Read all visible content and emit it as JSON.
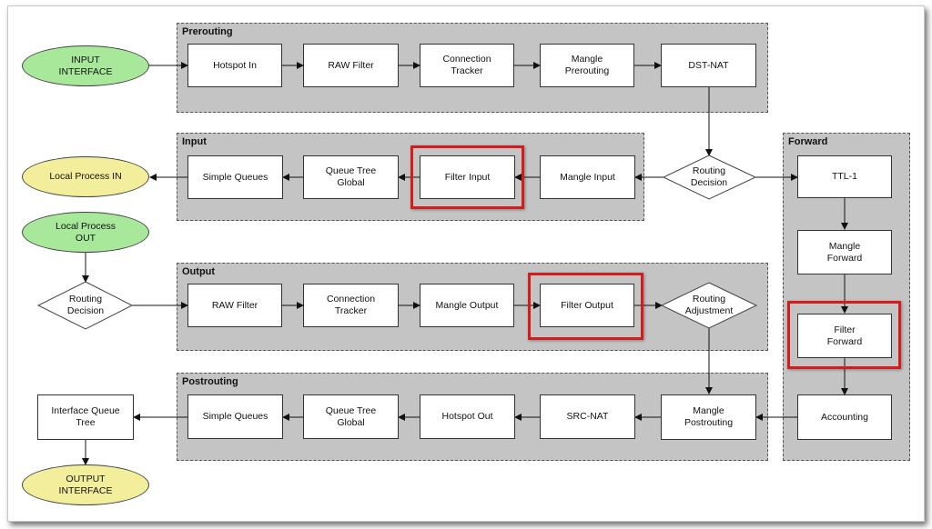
{
  "groups": {
    "prerouting": "Prerouting",
    "input": "Input",
    "forward": "Forward",
    "output": "Output",
    "postrouting": "Postrouting"
  },
  "nodes": {
    "input_interface": "INPUT\nINTERFACE",
    "hotspot_in": "Hotspot In",
    "raw_filter_pre": "RAW Filter",
    "conn_tracker_pre": "Connection\nTracker",
    "mangle_prerouting": "Mangle\nPrerouting",
    "dst_nat": "DST-NAT",
    "local_process_in": "Local Process IN",
    "simple_queues_in": "Simple Queues",
    "queue_tree_global_in": "Queue Tree\nGlobal",
    "filter_input": "Filter Input",
    "mangle_input": "Mangle Input",
    "routing_decision_main": "Routing\nDecision",
    "ttl_1": "TTL-1",
    "mangle_forward": "Mangle\nForward",
    "filter_forward": "Filter\nForward",
    "accounting": "Accounting",
    "local_process_out": "Local Process\nOUT",
    "routing_decision_out": "Routing\nDecision",
    "raw_filter_out": "RAW Filter",
    "conn_tracker_out": "Connection\nTracker",
    "mangle_output": "Mangle Output",
    "filter_output": "Filter Output",
    "routing_adjustment": "Routing\nAdjustment",
    "interface_queue_tree": "Interface Queue\nTree",
    "simple_queues_post": "Simple Queues",
    "queue_tree_global_post": "Queue Tree\nGlobal",
    "hotspot_out": "Hotspot Out",
    "src_nat": "SRC-NAT",
    "mangle_postrouting": "Mangle\nPostrouting",
    "output_interface": "OUTPUT\nINTERFACE"
  },
  "highlighted": [
    "filter_input",
    "filter_output",
    "filter_forward"
  ],
  "colors": {
    "group_fill": "#c4c4c4",
    "start_ellipse": "#a8e89a",
    "end_ellipse": "#f2ee9c",
    "highlight": "#d41c1c"
  }
}
